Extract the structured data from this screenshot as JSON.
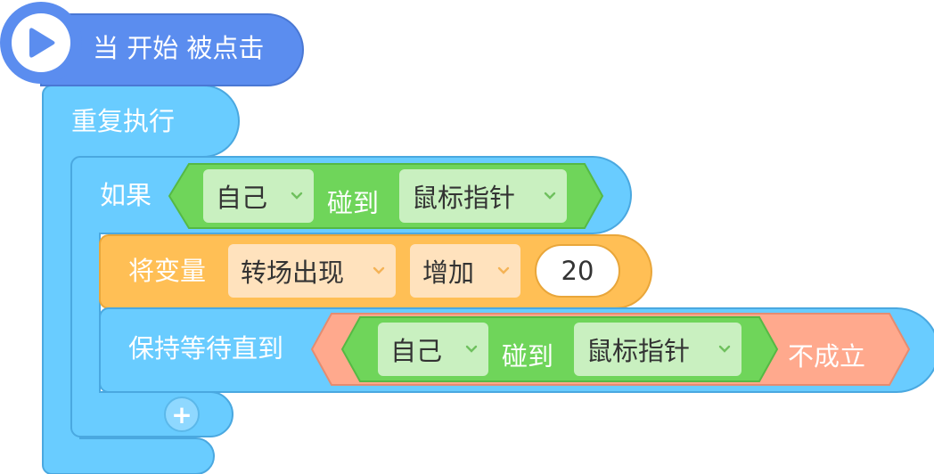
{
  "event": {
    "label": "当 开始 被点击",
    "icon": "play-icon"
  },
  "loop": {
    "label": "重复执行"
  },
  "if_block": {
    "label": "如果",
    "condition": {
      "sprite": "自己",
      "verb": "碰到",
      "target": "鼠标指针"
    }
  },
  "change_var": {
    "label": "将变量",
    "variable": "转场出现",
    "op": "增加",
    "value": "20"
  },
  "wait_until": {
    "label": "保持等待直到",
    "inner": {
      "sprite": "自己",
      "verb": "碰到",
      "target": "鼠标指针"
    },
    "suffix": "不成立"
  },
  "add_button": {
    "label": "+"
  },
  "colors": {
    "event_blue": "#5b8def",
    "control_blue": "#69ccff",
    "control_border": "#4aa8e0",
    "sensing_green": "#6fd55a",
    "variable_orange": "#ffbf55",
    "operator_salmon": "#ffa98d"
  }
}
